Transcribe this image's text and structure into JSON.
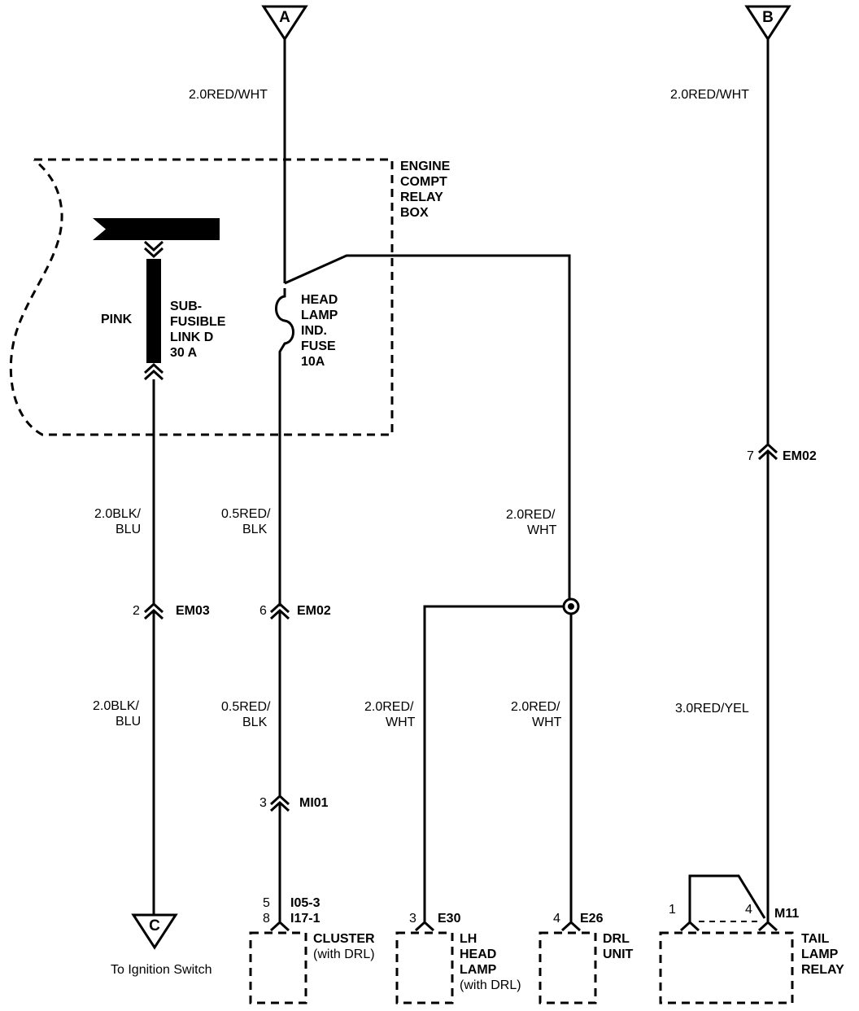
{
  "connectors_top": {
    "a": "A",
    "b": "B"
  },
  "connector_bottom": {
    "c": "C",
    "c_note": "To Ignition Switch"
  },
  "relay_box": {
    "line1": "ENGINE",
    "line2": "COMPT",
    "line3": "RELAY",
    "line4": "BOX"
  },
  "sub_fusible_link": {
    "color": "PINK",
    "line1": "SUB-",
    "line2": "FUSIBLE",
    "line3": "LINK D",
    "line4": "30 A"
  },
  "fuse": {
    "line1": "HEAD",
    "line2": "LAMP",
    "line3": "IND.",
    "line4": "FUSE",
    "line5": "10A"
  },
  "wires": {
    "a_top": "2.0RED/WHT",
    "b_top": "2.0RED/WHT",
    "link_upper_1": "2.0BLK/",
    "link_upper_2": "BLU",
    "link_lower_1": "2.0BLK/",
    "link_lower_2": "BLU",
    "fuse_upper_1": "0.5RED/",
    "fuse_upper_2": "BLK",
    "fuse_lower_1": "0.5RED/",
    "fuse_lower_2": "BLK",
    "relay_out_1": "2.0RED/",
    "relay_out_2": "WHT",
    "lh_1": "2.0RED/",
    "lh_2": "WHT",
    "drl_1": "2.0RED/",
    "drl_2": "WHT",
    "tail": "3.0RED/YEL"
  },
  "inline_connectors": {
    "em03": {
      "pin": "2",
      "name": "EM03"
    },
    "em02_left": {
      "pin": "6",
      "name": "EM02"
    },
    "mi01": {
      "pin": "3",
      "name": "MI01"
    },
    "em02_right": {
      "pin": "7",
      "name": "EM02"
    }
  },
  "components": {
    "cluster": {
      "pin1": "5",
      "pin2": "8",
      "conn1": "I05-3",
      "conn2": "I17-1",
      "line1": "CLUSTER",
      "line2": "(with DRL)"
    },
    "lh_lamp": {
      "pin": "3",
      "conn": "E30",
      "line1": "LH",
      "line2": "HEAD",
      "line3": "LAMP",
      "line4": "(with DRL)"
    },
    "drl_unit": {
      "pin": "4",
      "conn": "E26",
      "line1": "DRL",
      "line2": "UNIT"
    },
    "tail_relay": {
      "pin_left": "1",
      "pin_right": "4",
      "conn": "M11",
      "line1": "TAIL",
      "line2": "LAMP",
      "line3": "RELAY"
    }
  }
}
